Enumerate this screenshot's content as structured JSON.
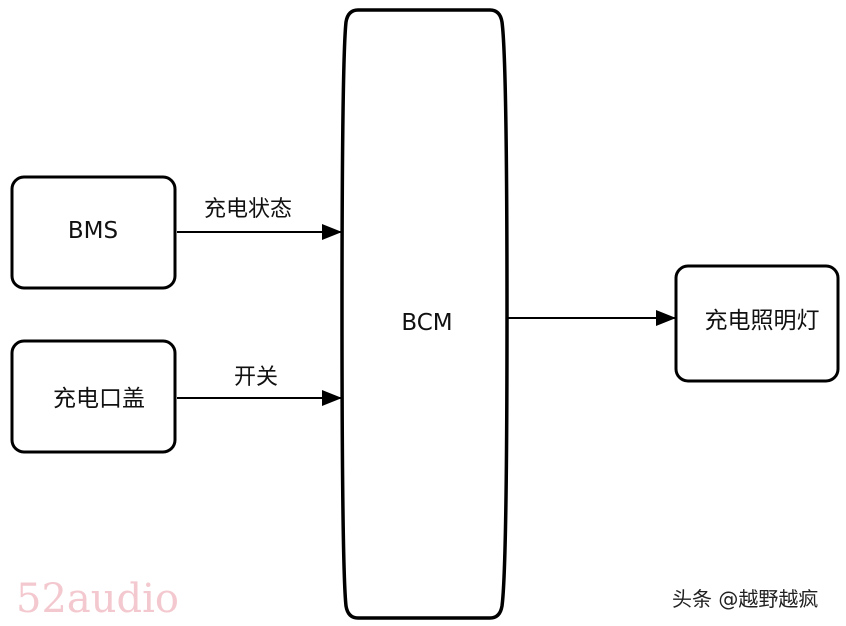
{
  "diagram": {
    "nodes": {
      "bms": {
        "label": "BMS"
      },
      "charge_port_cover": {
        "label": "充电口盖"
      },
      "bcm": {
        "label": "BCM"
      },
      "charge_light": {
        "label": "充电照明灯"
      }
    },
    "edges": [
      {
        "from": "BMS",
        "to": "BCM",
        "label": "充电状态"
      },
      {
        "from": "充电口盖",
        "to": "BCM",
        "label": "开关"
      },
      {
        "from": "BCM",
        "to": "充电照明灯",
        "label": ""
      }
    ]
  },
  "watermark": {
    "background_text": "52audio",
    "credit": "头条 @越野越疯"
  },
  "colors": {
    "stroke": "#000000",
    "watermark": "#f3c9cf"
  }
}
